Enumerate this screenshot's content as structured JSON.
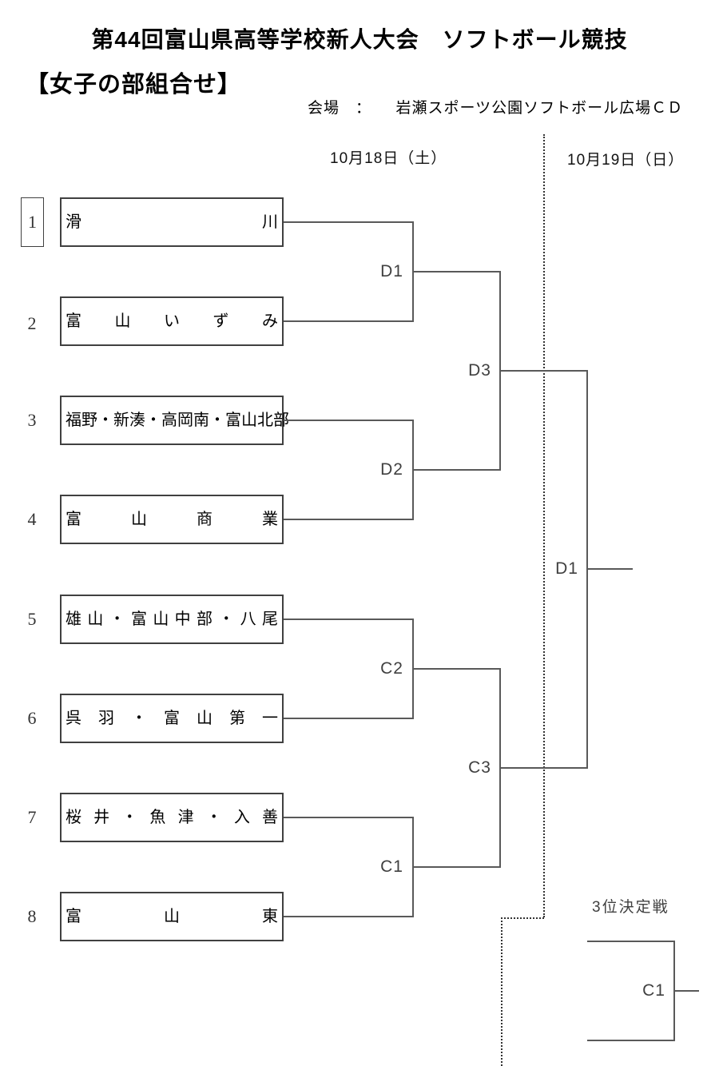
{
  "header": {
    "title": "第44回富山県高等学校新人大会　ソフトボール競技",
    "subtitle": "【女子の部組合せ】",
    "venue": "会場　：　　岩瀬スポーツ公園ソフトボール広場ＣＤ",
    "date_saturday": "10月18日（土）",
    "date_sunday": "10月19日（日）"
  },
  "bracket": {
    "seeds": [
      "1",
      "2",
      "3",
      "4",
      "5",
      "6",
      "7",
      "8"
    ],
    "teams": [
      "滑川",
      "富山いずみ",
      "福野・新湊・高岡南・富山北部",
      "富山商業",
      "雄山・富山中部・八尾",
      "呉羽・富山第一",
      "桜井・魚津・入善",
      "富山東"
    ],
    "match_labels": {
      "round1_match1": "D1",
      "round1_match2": "D2",
      "round1_match3": "C2",
      "round1_match4": "C1",
      "semifinal_top": "D3",
      "semifinal_bottom": "C3",
      "final": "D1",
      "third_place": "C1"
    },
    "third_place_title": "3位決定戦"
  },
  "colors": {
    "line": "#595959",
    "box_border": "#404040",
    "dotted_divider": "#333333",
    "text": "#000000",
    "label": "#404040"
  }
}
